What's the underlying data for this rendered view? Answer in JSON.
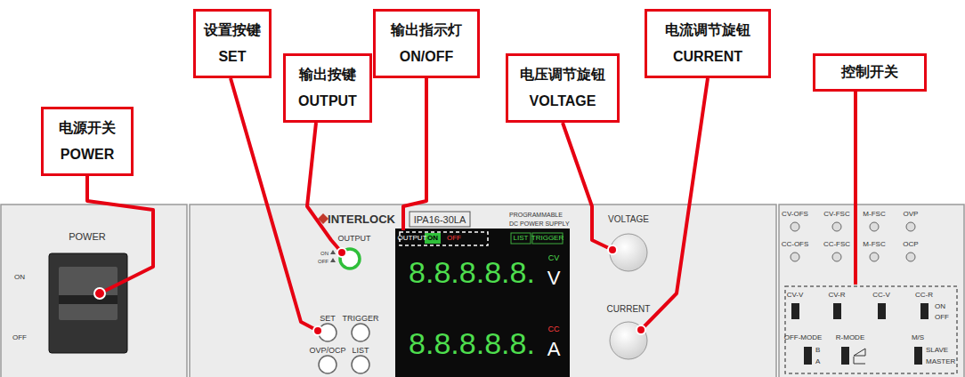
{
  "diagram": {
    "nodes": [
      {
        "text": [
          "设置按键",
          "SET"
        ]
      },
      {
        "text": [
          "输出指示灯",
          "ON/OFF"
        ]
      },
      {
        "text": [
          "电流调节旋钮",
          "CURRENT"
        ]
      },
      {
        "text": [
          "输出按键",
          "OUTPUT"
        ]
      },
      {
        "text": [
          "电压调节旋钮",
          "VOLTAGE"
        ]
      },
      {
        "text": [
          "控制开关"
        ]
      },
      {
        "text": [
          "电源开关",
          "POWER"
        ]
      }
    ],
    "labels": [
      "POWER",
      "ON",
      "OFF",
      "INTERLOCK",
      "IPA16-30LA",
      "PROGRAMMABLE",
      "DC POWER SUPPLY",
      "VOLTAGE",
      "OUTPUT",
      "ON",
      "OFF",
      "SET",
      "TRIGGER",
      "OVP/OCP",
      "LIST",
      "OUTPUT",
      "ON",
      "OFF",
      "LIST",
      "TRIGGER",
      "8.8.8.8.8.",
      "CV",
      "V",
      "8.8.8.8.8.",
      "CC",
      "A",
      "CURRENT",
      "CV-OFS",
      "CV-FSC",
      "M-FSC",
      "OVP",
      "CC-OFS",
      "CC-FSC",
      "M-FSC",
      "OCP",
      "CV-V",
      "CV-R",
      "CC-V",
      "CC-R",
      "ON",
      "OFF",
      "OFF-MODE",
      "B",
      "A",
      "R-MODE",
      "M/S",
      "SLAVE",
      "MASTER"
    ]
  }
}
